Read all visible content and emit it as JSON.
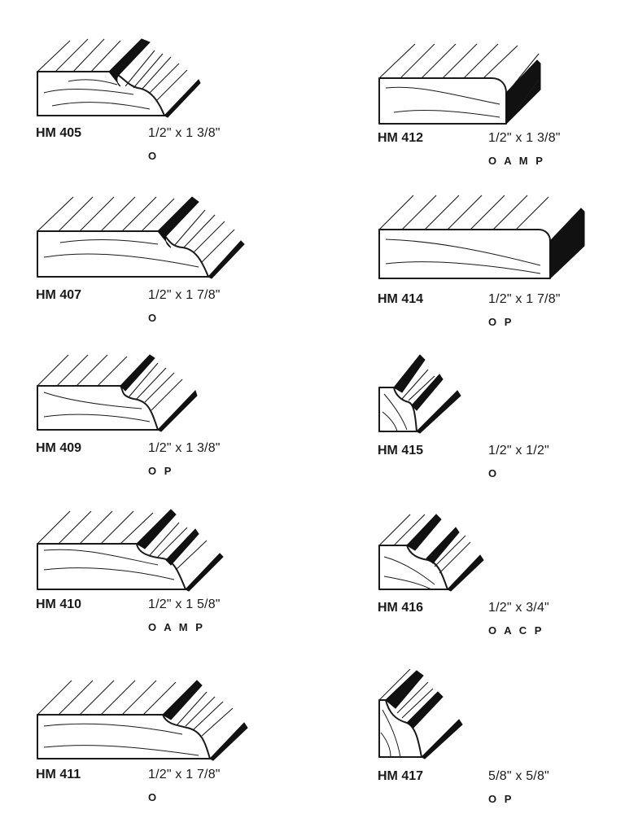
{
  "items": [
    {
      "code": "HM 405",
      "dim": "1/2\" x 1 3/8\"",
      "opts": "O"
    },
    {
      "code": "HM 412",
      "dim": "1/2\" x 1 3/8\"",
      "opts": "O A M P"
    },
    {
      "code": "HM 407",
      "dim": "1/2\" x 1 7/8\"",
      "opts": "O"
    },
    {
      "code": "HM 414",
      "dim": "1/2\" x 1 7/8\"",
      "opts": "O P"
    },
    {
      "code": "HM 409",
      "dim": "1/2\" x 1 3/8\"",
      "opts": "O P"
    },
    {
      "code": "HM 415",
      "dim": "1/2\" x 1/2\"",
      "opts": "O"
    },
    {
      "code": "HM 410",
      "dim": "1/2\" x 1 5/8\"",
      "opts": "O A M P"
    },
    {
      "code": "HM 416",
      "dim": "1/2\" x 3/4\"",
      "opts": "O A C P"
    },
    {
      "code": "HM 411",
      "dim": "1/2\" x 1 7/8\"",
      "opts": "O"
    },
    {
      "code": "HM 417",
      "dim": "5/8\" x 5/8\"",
      "opts": "O P"
    }
  ]
}
